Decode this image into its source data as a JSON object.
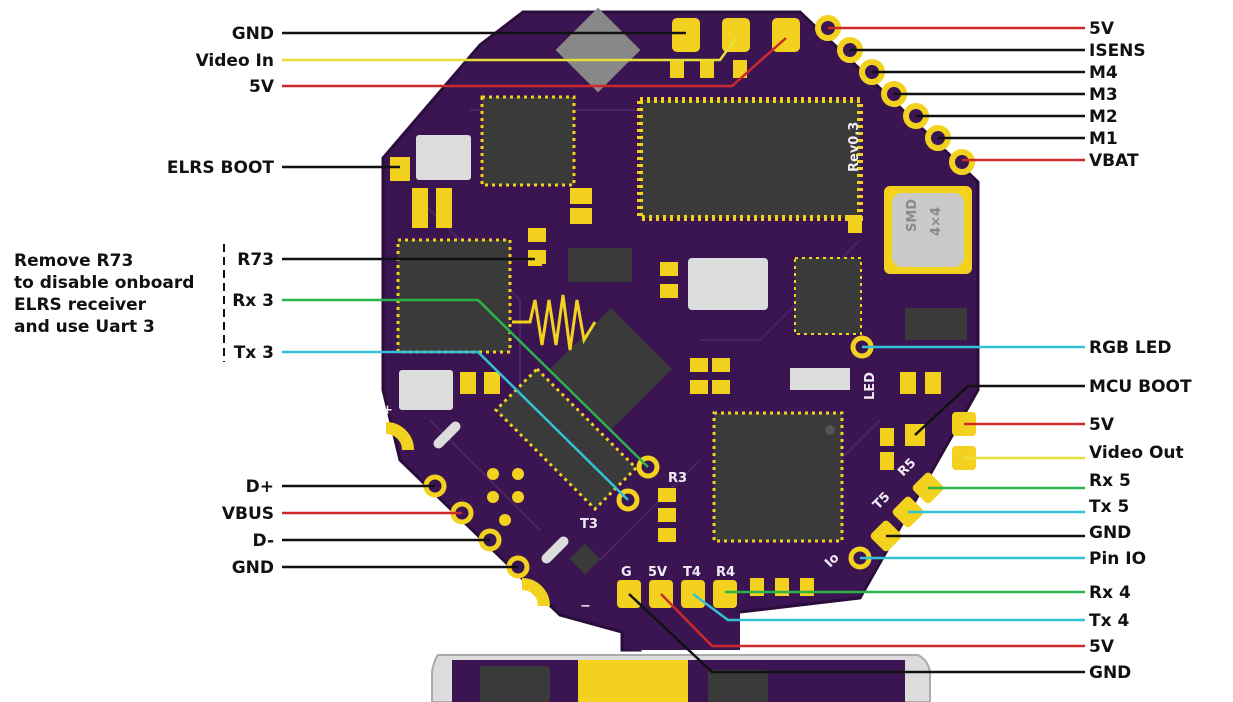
{
  "colors": {
    "board": "#3b1552",
    "board_dark": "#2a0d3b",
    "pad_gold": "#f2d21f",
    "chip": "#3a3a3a",
    "wire_black": "#111111",
    "wire_red": "#cc2a2a",
    "wire_yellow": "#e8df3a",
    "wire_green": "#2bb34a",
    "wire_cyan": "#33c1d6"
  },
  "left_labels": [
    {
      "id": "gnd-top",
      "text": "GND",
      "color": "wire_black"
    },
    {
      "id": "video-in",
      "text": "Video In",
      "color": "wire_yellow"
    },
    {
      "id": "5v-top",
      "text": "5V",
      "color": "wire_red"
    },
    {
      "id": "elrs-boot",
      "text": "ELRS BOOT",
      "color": "wire_black"
    },
    {
      "id": "r73",
      "text": "R73",
      "color": "wire_black"
    },
    {
      "id": "rx3",
      "text": "Rx 3",
      "color": "wire_green"
    },
    {
      "id": "tx3",
      "text": "Tx 3",
      "color": "wire_cyan"
    },
    {
      "id": "dplus",
      "text": "D+",
      "color": "wire_black"
    },
    {
      "id": "vbus",
      "text": "VBUS",
      "color": "wire_red"
    },
    {
      "id": "dminus",
      "text": "D-",
      "color": "wire_black"
    },
    {
      "id": "gnd-usb",
      "text": "GND",
      "color": "wire_black"
    }
  ],
  "right_labels": [
    {
      "id": "5v-motor",
      "text": "5V",
      "color": "wire_red"
    },
    {
      "id": "isens",
      "text": "ISENS",
      "color": "wire_black"
    },
    {
      "id": "m4",
      "text": "M4",
      "color": "wire_black"
    },
    {
      "id": "m3",
      "text": "M3",
      "color": "wire_black"
    },
    {
      "id": "m2",
      "text": "M2",
      "color": "wire_black"
    },
    {
      "id": "m1",
      "text": "M1",
      "color": "wire_black"
    },
    {
      "id": "vbat",
      "text": "VBAT",
      "color": "wire_red"
    },
    {
      "id": "rgb-led",
      "text": "RGB LED",
      "color": "wire_cyan"
    },
    {
      "id": "mcu-boot",
      "text": "MCU BOOT",
      "color": "wire_black"
    },
    {
      "id": "5v-vtx",
      "text": "5V",
      "color": "wire_red"
    },
    {
      "id": "video-out",
      "text": "Video Out",
      "color": "wire_yellow"
    },
    {
      "id": "rx5",
      "text": "Rx 5",
      "color": "wire_green"
    },
    {
      "id": "tx5",
      "text": "Tx 5",
      "color": "wire_cyan"
    },
    {
      "id": "gnd-uart5",
      "text": "GND",
      "color": "wire_black"
    },
    {
      "id": "pin-io",
      "text": "Pin IO",
      "color": "wire_cyan"
    },
    {
      "id": "rx4",
      "text": "Rx 4",
      "color": "wire_green"
    },
    {
      "id": "tx4",
      "text": "Tx 4",
      "color": "wire_cyan"
    },
    {
      "id": "5v-bottom",
      "text": "5V",
      "color": "wire_red"
    },
    {
      "id": "gnd-bottom",
      "text": "GND",
      "color": "wire_black"
    }
  ],
  "note": {
    "lines": [
      "Remove R73",
      "to disable onboard",
      "ELRS receiver",
      "and use Uart 3"
    ]
  },
  "silkscreen": {
    "revision": "Rev0.3",
    "smd": "SMD",
    "size": "4×4",
    "r3": "R3",
    "t3": "T3",
    "r5": "R5",
    "t5": "T5",
    "g": "G",
    "v5": "5V",
    "t4": "T4",
    "r4": "R4",
    "io": "Io",
    "led": "LED",
    "plus": "+",
    "minus": "−"
  }
}
